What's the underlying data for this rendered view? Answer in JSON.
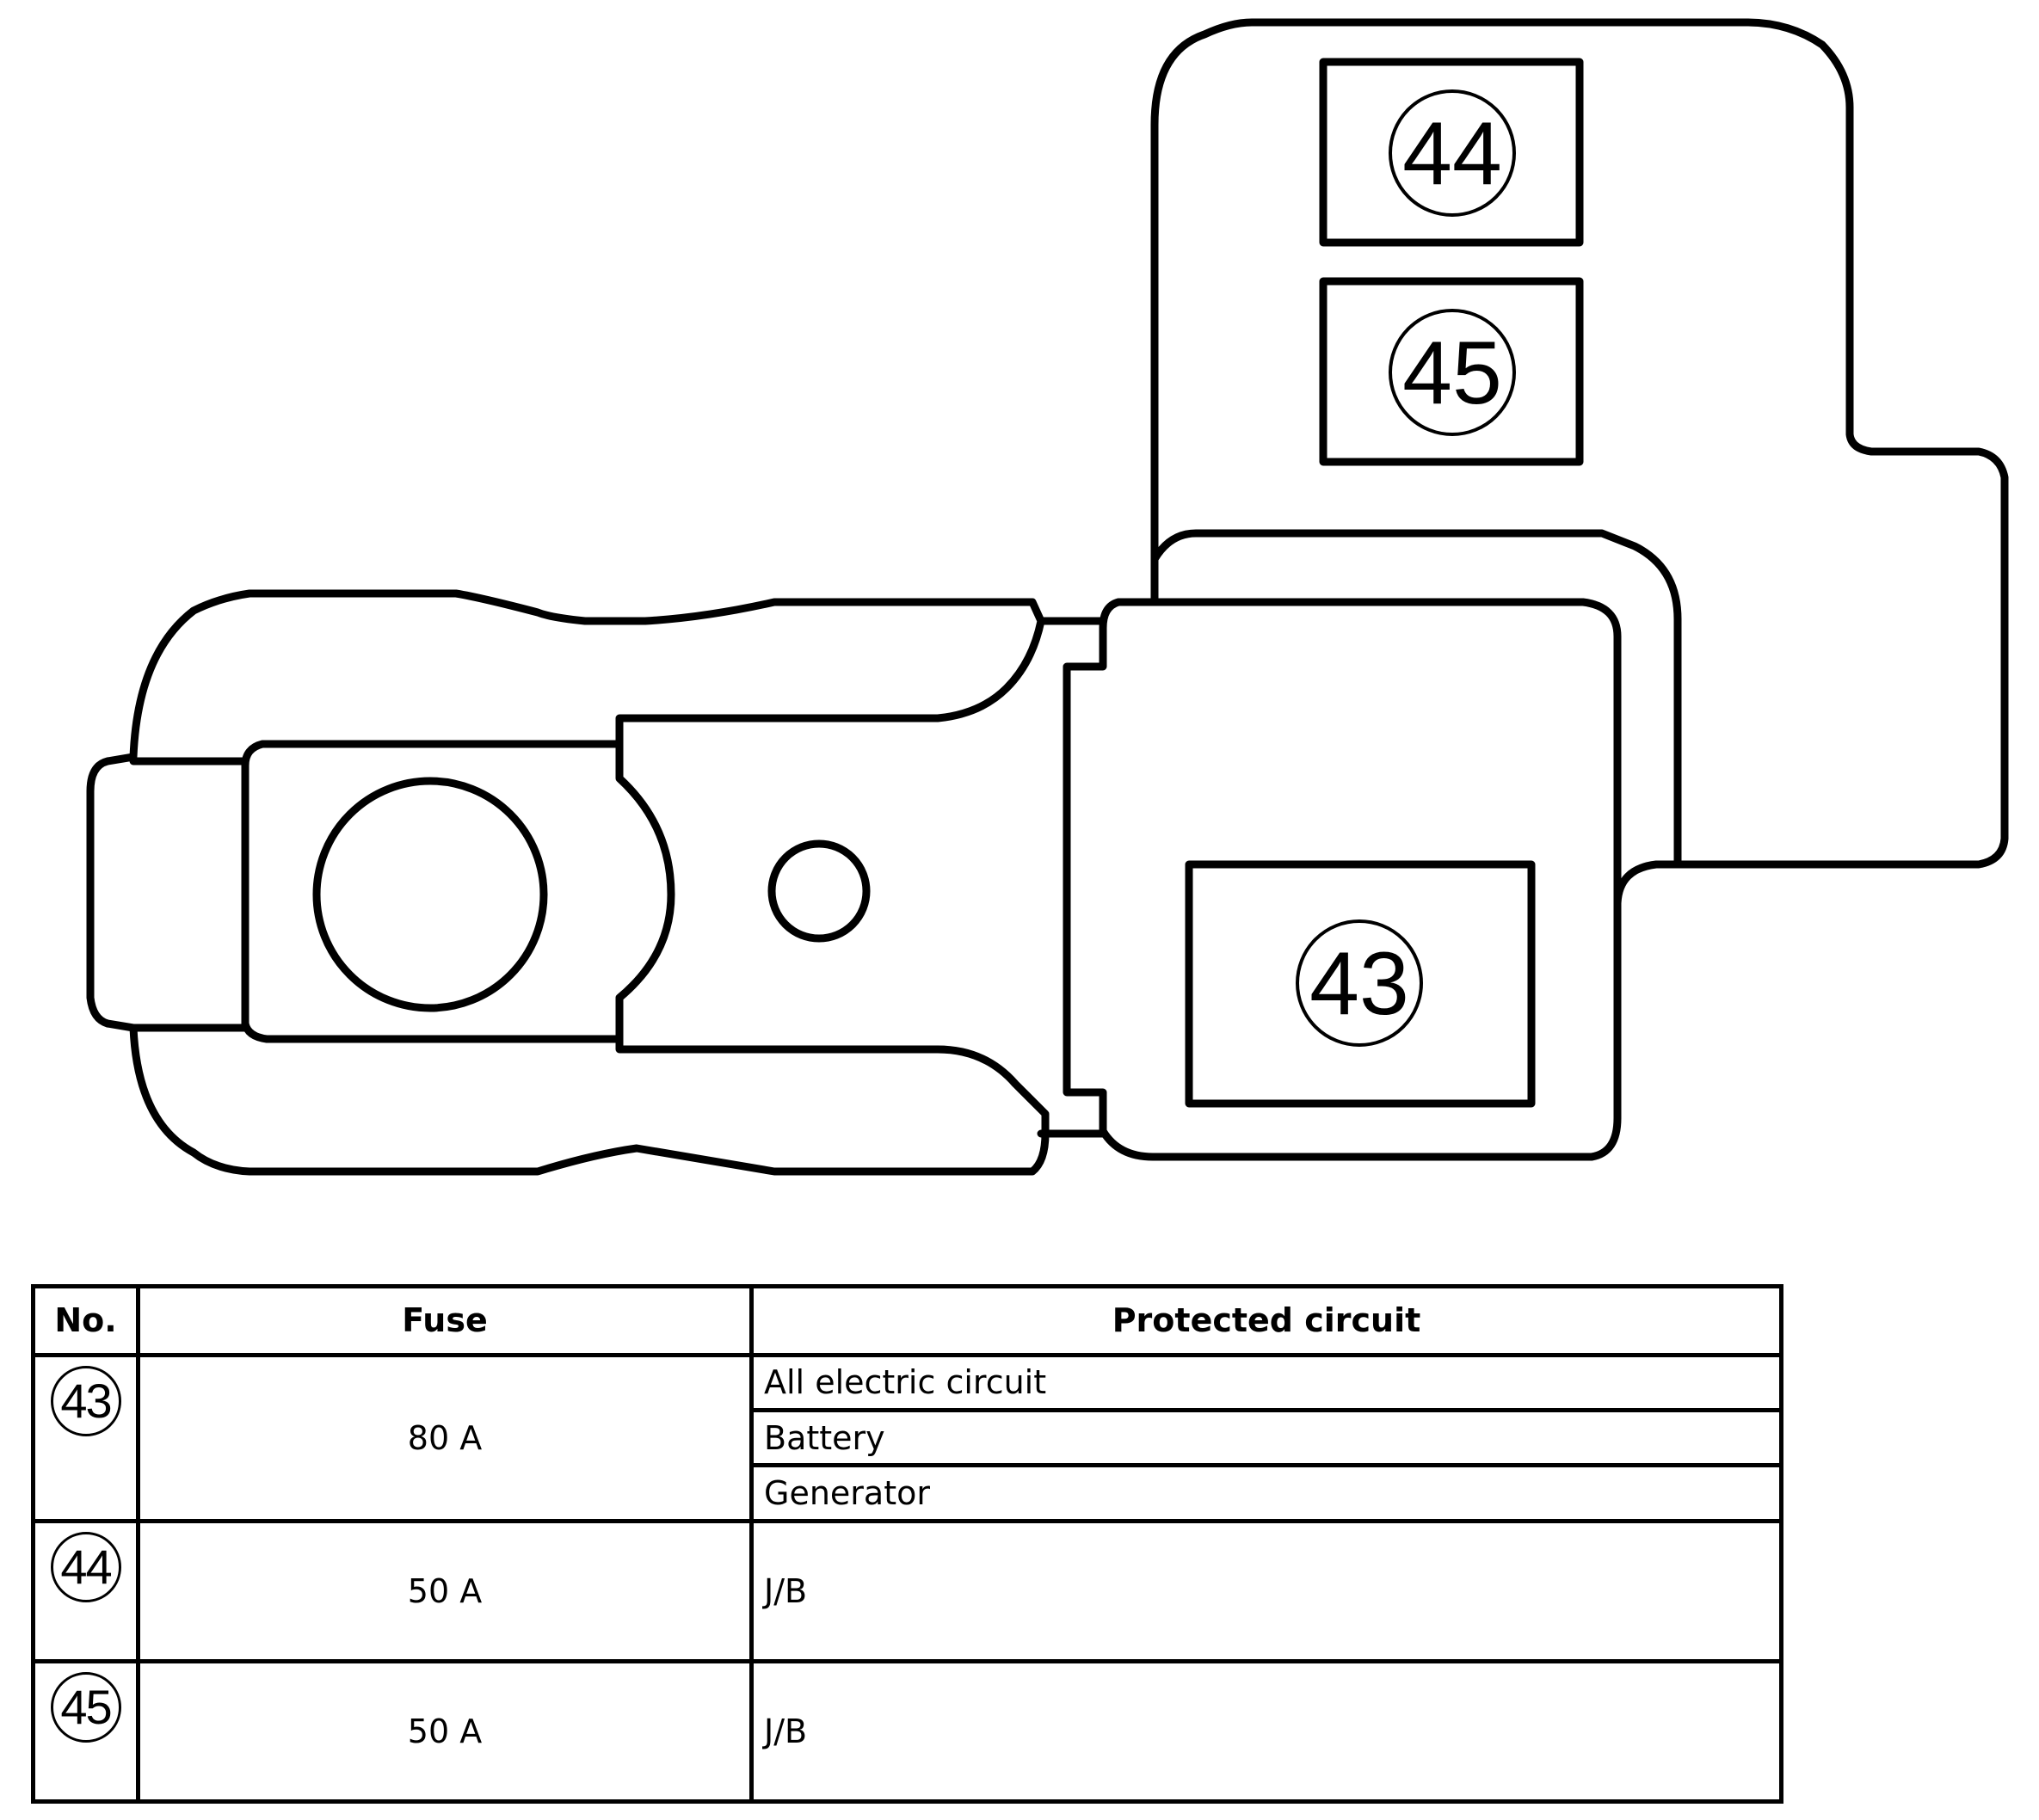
{
  "diagram": {
    "labels": {
      "fuse_43": "43",
      "fuse_44": "44",
      "fuse_45": "45"
    }
  },
  "table": {
    "headers": {
      "no": "No.",
      "fuse": "Fuse",
      "circuit": "Protected circuit"
    },
    "rows": [
      {
        "no": "43",
        "fuse": "80 A",
        "circuits": [
          "All electric circuit",
          "Battery",
          "Generator"
        ]
      },
      {
        "no": "44",
        "fuse": "50 A",
        "circuits": [
          "J/B"
        ]
      },
      {
        "no": "45",
        "fuse": "50 A",
        "circuits": [
          "J/B"
        ]
      }
    ]
  }
}
